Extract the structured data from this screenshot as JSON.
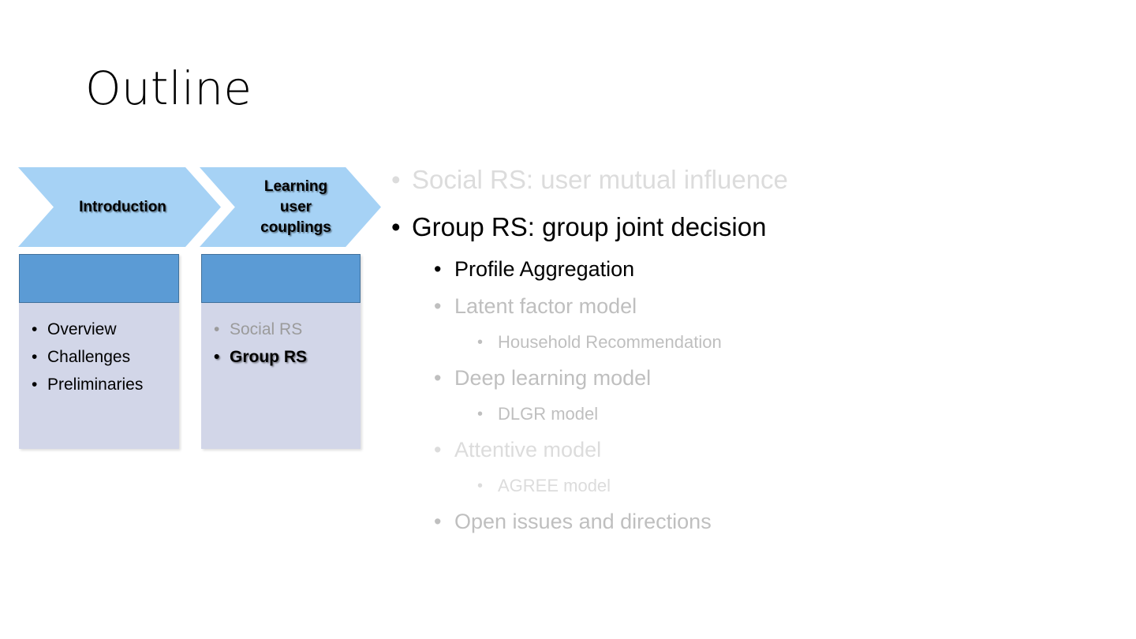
{
  "slide": {
    "title": "Outline",
    "background_color": "#FFFFFF"
  },
  "colors": {
    "chevron_fill": "#A6D2F5",
    "box_header_fill": "#5B9BD5",
    "box_header_border": "#41719C",
    "box_body_fill": "#D2D6E8",
    "text_black": "#000000",
    "text_gray": "#BFBFBF",
    "text_pale": "#DCDCDC",
    "box_item_gray": "#9B9B9B"
  },
  "process_chevrons": [
    {
      "label_lines": [
        "Introduction"
      ]
    },
    {
      "label_lines": [
        "Learning",
        "user",
        "couplings"
      ]
    }
  ],
  "stage_boxes": [
    {
      "header_label": "",
      "items": [
        {
          "label": "Overview",
          "state": "normal"
        },
        {
          "label": "Challenges",
          "state": "normal"
        },
        {
          "label": "Preliminaries",
          "state": "normal"
        }
      ]
    },
    {
      "header_label": "",
      "items": [
        {
          "label": "Social RS",
          "state": "dim"
        },
        {
          "label": "Group RS",
          "state": "emph"
        }
      ]
    }
  ],
  "outline_items": [
    {
      "level": 1,
      "label": "Social RS: user mutual influence",
      "tone": "pale"
    },
    {
      "level": 1,
      "label": "Group RS: group joint decision",
      "tone": "black"
    },
    {
      "level": 2,
      "label": "Profile Aggregation",
      "tone": "black"
    },
    {
      "level": 2,
      "label": "Latent factor model",
      "tone": "gray"
    },
    {
      "level": 3,
      "label": "Household  Recommendation",
      "tone": "gray"
    },
    {
      "level": 2,
      "label": "Deep learning model",
      "tone": "gray"
    },
    {
      "level": 3,
      "label": "DLGR model",
      "tone": "gray"
    },
    {
      "level": 2,
      "label": "Attentive model",
      "tone": "pale"
    },
    {
      "level": 3,
      "label": "AGREE model",
      "tone": "pale"
    },
    {
      "level": 2,
      "label": "Open issues and directions",
      "tone": "gray"
    }
  ],
  "bullet_glyph": "•"
}
